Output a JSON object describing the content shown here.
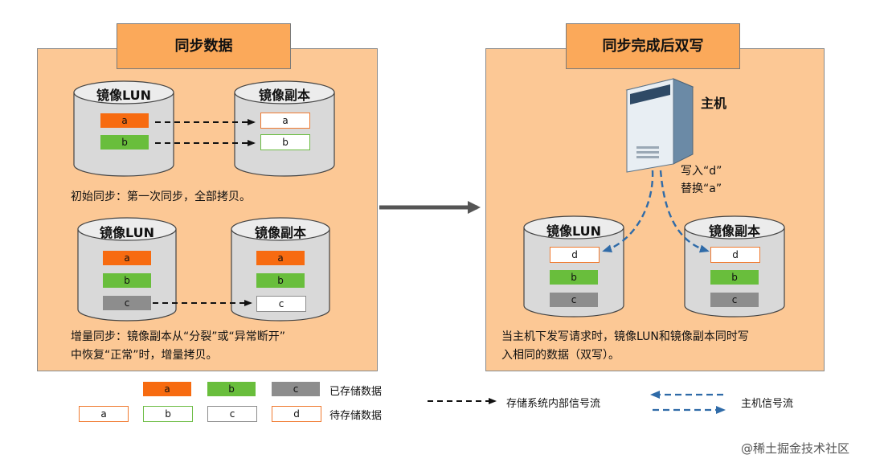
{
  "left_panel": {
    "title": "同步数据",
    "top": {
      "source_label": "镜像LUN",
      "replica_label": "镜像副本",
      "source_blocks": [
        "a",
        "b"
      ],
      "replica_blocks": [
        "a",
        "b"
      ],
      "description": "初始同步：第一次同步，全部拷贝。"
    },
    "bottom": {
      "source_label": "镜像LUN",
      "replica_label": "镜像副本",
      "source_blocks": [
        "a",
        "b",
        "c"
      ],
      "replica_blocks": [
        "a",
        "b",
        "c"
      ],
      "description_line1": "增量同步：镜像副本从“分裂”或“异常断开”",
      "description_line2": "中恢复“正常”时，增量拷贝。"
    }
  },
  "right_panel": {
    "title": "同步完成后双写",
    "host_label": "主机",
    "write_line1": "写入“d”",
    "write_line2": "替换“a”",
    "source_label": "镜像LUN",
    "replica_label": "镜像副本",
    "source_blocks": [
      "d",
      "b",
      "c"
    ],
    "replica_blocks": [
      "d",
      "b",
      "c"
    ],
    "description_line1": "当主机下发写请求时，镜像LUN和镜像副本同时写",
    "description_line2": "入相同的数据（双写）。"
  },
  "legend": {
    "stored_blocks": [
      "a",
      "b",
      "c"
    ],
    "stored_label": "已存储数据",
    "pending_blocks": [
      "a",
      "b",
      "c",
      "d"
    ],
    "pending_label": "待存储数据",
    "internal_flow_label": "存储系统内部信号流",
    "host_flow_label": "主机信号流"
  },
  "colors": {
    "panel_fill": "#fcc895",
    "title_fill": "#fba95a",
    "block_a": "#f76b10",
    "block_b": "#69be3c",
    "block_c": "#8d8d8d",
    "host_arrow": "#2f6ba8",
    "cylinder": "#d8d8d8"
  },
  "watermark": "@稀土掘金技术社区"
}
